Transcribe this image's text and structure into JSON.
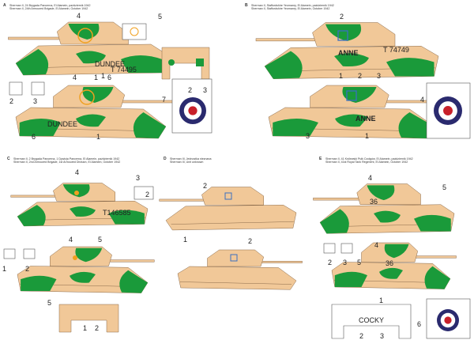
{
  "colors": {
    "sand": "#f1c898",
    "green": "#1a9a3a",
    "outline": "#8a6a4a",
    "roundel_blue": "#2a2a6e",
    "roundel_white": "#ffffff",
    "roundel_red": "#c8202a",
    "yellow": "#f0a020",
    "red_number": "#e02020"
  },
  "panels": [
    {
      "letter": "A",
      "caption_pl": "Sherman II, 24 Brygada Pancerna, El Alamein, październik 1942",
      "caption_en": "Sherman II, 24th Armoured Brigade, El Alamein, October 1942",
      "tank_name": "DUNDEE",
      "serial": "T 74495",
      "callouts": [
        "4",
        "5",
        "1",
        "6",
        "2",
        "3",
        "2",
        "3",
        "4",
        "1",
        "7",
        "6",
        "1"
      ]
    },
    {
      "letter": "B",
      "caption_pl": "Sherman II, Staffordshire Yeomanry, El Alamein, październik 1942",
      "caption_en": "Sherman II, Staffordshire Yeomanry, El Alamein, October 1942",
      "tank_name": "ANNE",
      "serial": "T 74749",
      "callouts": [
        "2",
        "1",
        "2",
        "3",
        "4",
        "3",
        "1"
      ]
    },
    {
      "letter": "C",
      "caption_pl": "Sherman II, 2 Brygada Pancerna, 1 Dywizja Pancerna, El Alamein, październik 1942",
      "caption_en": "Sherman II, 2nd Armoured Brigade, 1st Armoured Division, El Alamein, October 1942",
      "serial": "T146585",
      "callouts": [
        "4",
        "3",
        "2",
        "4",
        "5",
        "1",
        "2",
        "5",
        "1",
        "2"
      ]
    },
    {
      "letter": "D",
      "caption_pl": "Sherman III, Jednostka nieznana",
      "caption_en": "Sherman III, Unit unknown",
      "callouts": [
        "2",
        "1",
        "2"
      ]
    },
    {
      "letter": "E",
      "caption_pl": "Sherman II, 41 Królewski Pułk Czołgów, El Alamein, październik 1942",
      "caption_en": "Sherman II, 41st Royal Tank Regiment, El Alamein, October 1942",
      "turret_number": "36",
      "plate_name": "COCKY",
      "callouts": [
        "4",
        "5",
        "4",
        "2",
        "3",
        "5",
        "1",
        "2",
        "3",
        "6"
      ]
    }
  ]
}
